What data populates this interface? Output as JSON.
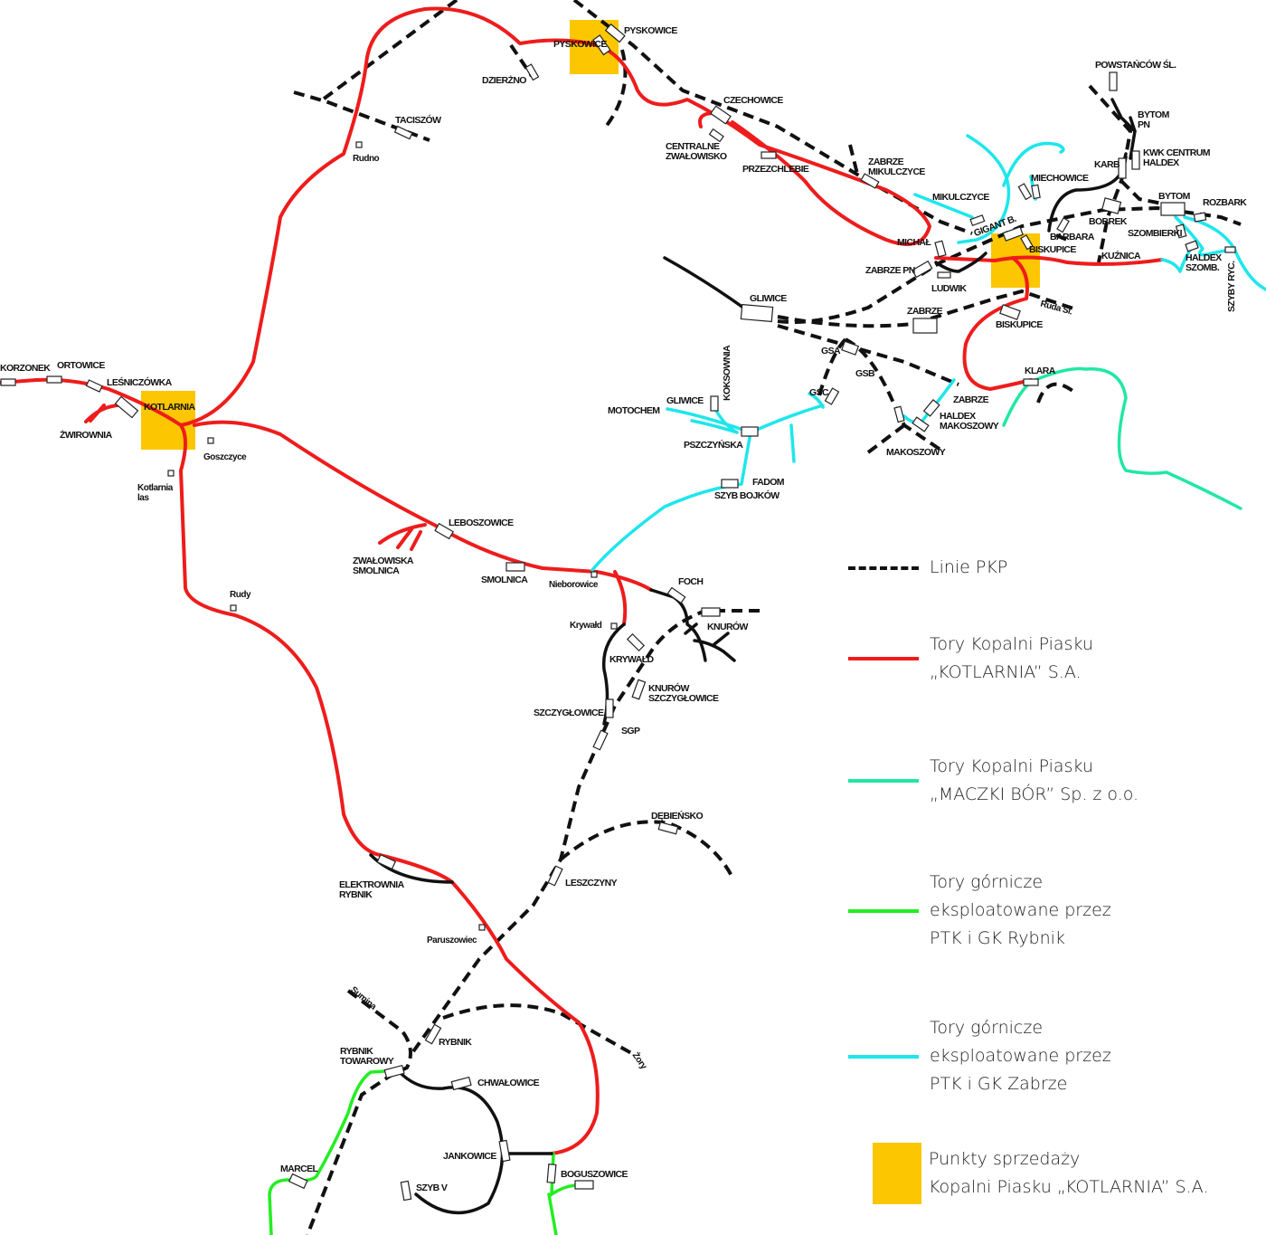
{
  "colors": {
    "kotlarnia_track": "#ee1c1c",
    "maczki_track": "#21e7a6",
    "rybnik_track": "#22ee22",
    "zabrze_track": "#1ee6ec",
    "pkp_line": "#111111",
    "sales_point": "#fcc600"
  },
  "stations": {
    "korzonek": "KORZONEK",
    "ortowice": "ORTOWICE",
    "lesniczowka": "LEŚNICZÓWKA",
    "kotlarnia": "KOTLARNIA",
    "zwirownia": "ŻWIROWNIA",
    "goszczyce": "Goszczyce",
    "kotlarnia_las": "Kotlarnia\nlas",
    "rudno": "Rudno",
    "taciszow": "TACISZÓW",
    "dzierzno": "DZIERŻNO",
    "pyskowice_sale": "PYSKOWICE",
    "pyskowice": "PYSKOWICE",
    "czechowice": "CZECHOWICE",
    "centralne_zwalowisko": "CENTRALNE\nZWAŁOWISKO",
    "przezchlebie": "PRZEZCHLEBIE",
    "zabrze_mikulczyce": "ZABRZE\nMIKULCZYCE",
    "mikulczyce": "MIKULCZYCE",
    "miechowice": "MIECHOWICE",
    "michal": "MICHAŁ",
    "gigant_b": "GIGANT B.",
    "barbara": "BARBARA",
    "biskupice_top": "BISKUPICE",
    "zabrze_pn": "ZABRZE PN",
    "ludwik": "LUDWIK",
    "powstancow": "POWSTAŃCÓW ŚL.",
    "bytom_pn": "BYTOM\nPN",
    "kwk_centrum": "KWK CENTRUM\nHALDEX",
    "karb": "KARB",
    "bobrek": "BOBREK",
    "bytom": "BYTOM",
    "rozbark": "ROZBARK",
    "szombierki": "SZOMBIERKI",
    "kuznica": "KUŹNICA",
    "haldex_szomb": "HALDEX\nSZOMB.",
    "szyby_ryc": "SZYBY RYC.",
    "gliwice": "GLIWICE",
    "zabrze": "ZABRZE",
    "ruda_sl": "Ruda Śl.",
    "biskupice": "BISKUPICE",
    "gsa": "GSA",
    "gsb": "GSB",
    "gsc": "GSC",
    "koksownia": "KOKSOWNIA",
    "gliwice_small": "GLIWICE",
    "motochem": "MOTOCHEM",
    "pszczynska": "PSZCZYŃSKA",
    "fadom": "FADOM",
    "szyb_bojkow": "SZYB BOJKÓW",
    "klara": "KLARA",
    "zabrze_south": "ZABRZE",
    "haldex_makoszowy": "HALDEX\nMAKOSZOWY",
    "makoszowy": "MAKOSZOWY",
    "leboszowice": "LEBOSZOWICE",
    "zwalowiska_smolnica": "ZWAŁOWISKA\nSMOLNICA",
    "smolnica": "SMOLNICA",
    "nieborowice": "Nieborowice",
    "foch": "FOCH",
    "knurow": "KNURÓW",
    "krywald_town": "Krywałd",
    "krywald": "KRYWAŁD",
    "knurow_szczyglowice": "KNURÓW\nSZCZYGŁOWICE",
    "szczyglowice": "SZCZYGŁOWICE",
    "sgp": "SGP",
    "rudy": "Rudy",
    "debiensko": "DĘBIEŃSKO",
    "elektrownia_rybnik": "ELEKTROWNIA\nRYBNIK",
    "leszczyny": "LESZCZYNY",
    "paruszowiec": "Paruszowiec",
    "sumina": "Sumina",
    "rybnik": "RYBNIK",
    "rybnik_towarowy": "RYBNIK\nTOWAROWY",
    "zory": "Żory",
    "chwalowice": "CHWAŁOWICE",
    "jankowice": "JANKOWICE",
    "marcel": "MARCEL",
    "szyb_v": "SZYB V",
    "boguszowice": "BOGUSZOWICE"
  },
  "legend": {
    "pkp": "Linie PKP",
    "kotlarnia": "Tory Kopalni Piasku\n„KOTLARNIA” S.A.",
    "maczki": "Tory Kopalni Piasku\n„MACZKI BÓR” Sp. z o.o.",
    "rybnik": "Tory górnicze\neksploatowane przez\nPTK i GK Rybnik",
    "zabrze": "Tory górnicze\neksploatowane przez\nPTK i GK Zabrze",
    "sales": "Punkty sprzedaży\nKopalni Piasku „KOTLARNIA” S.A."
  }
}
